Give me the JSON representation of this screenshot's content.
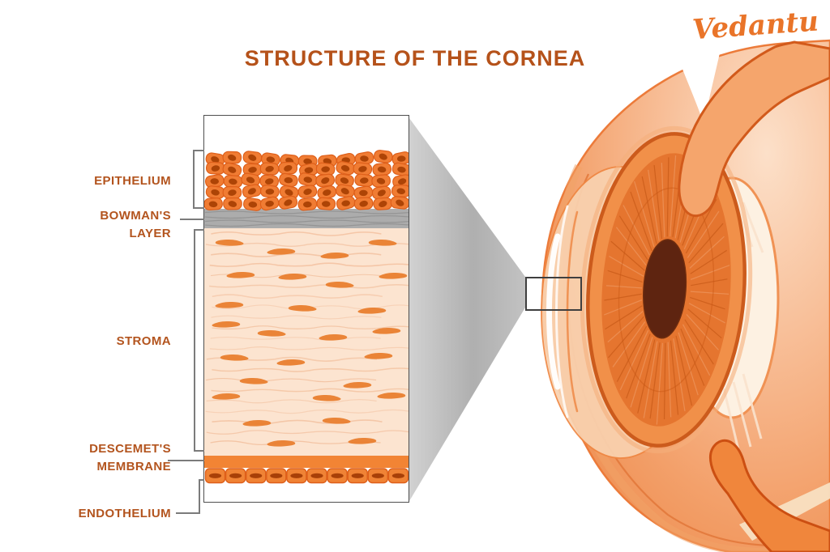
{
  "title": "STRUCTURE OF THE CORNEA",
  "brand": {
    "logo_text": "Vedantu"
  },
  "diagram": {
    "labels": [
      {
        "id": "epithelium",
        "text": "EPITHELIUM"
      },
      {
        "id": "bowmans-layer",
        "text": "BOWMAN'S LAYER"
      },
      {
        "id": "stroma",
        "text": "STROMA"
      },
      {
        "id": "descemets-membrane",
        "text": "DESCEMET'S MEMBRANE"
      },
      {
        "id": "endothelium",
        "text": "ENDOTHELIUM"
      }
    ]
  },
  "colors": {
    "title_text": "#B5521A",
    "label_text": "#B3541E",
    "logo_orange": "#E97429",
    "cell_fill": "#F07C33",
    "cell_stroke": "#DE5F1A",
    "cell_nucleus": "#AD4406",
    "bowman_gray": "#ACACAC",
    "bowman_line": "#8D8D8D",
    "stroma_bg": "#FCE4D0",
    "stroma_fiber": "#F2BE9B",
    "keratocyte": "#E97E2E",
    "descemet_band": "#F28434",
    "endothelium_fill": "#F08335",
    "endothelium_nucleus": "#A84008",
    "cone_gray": "#ABABAB",
    "eye_outline": "#D95F1F",
    "iris_base": "#F19049",
    "iris_mid": "#E5752F",
    "iris_rim": "#CC5B1C",
    "iris_spoke": "#C25413",
    "iris_spoke_light": "#F2A573",
    "pupil": "#5E2410",
    "lens_fill": "#FDF1E2",
    "lens_stroke": "#F09254"
  }
}
